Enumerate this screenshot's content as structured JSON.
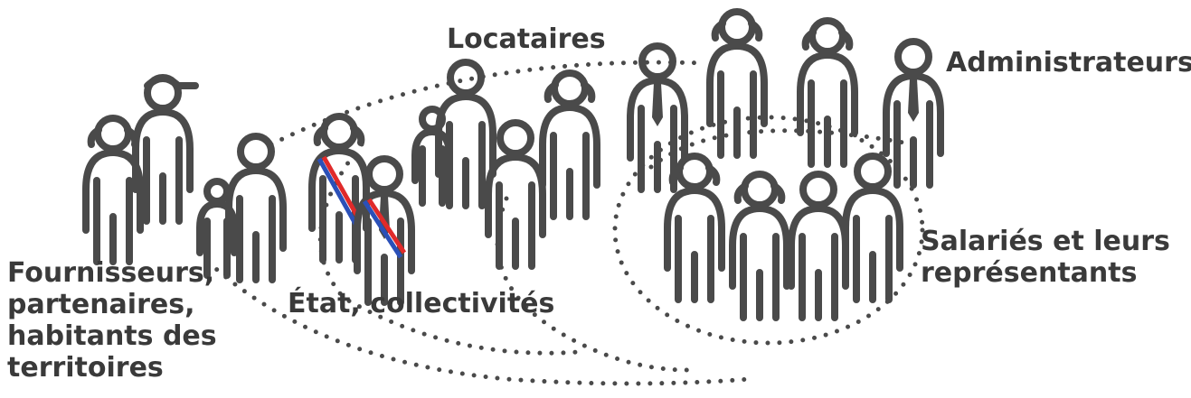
{
  "labels": {
    "locataires": "Locataires",
    "administrateurs": "Administrateurs",
    "salaries": "Salariés et leurs représentants",
    "etat": "État, collectivités",
    "fournisseurs": "Fournisseurs, partenaires, habitants des territoires"
  },
  "colors": {
    "figure": "#4a4a4a",
    "text": "#3a3a3a",
    "shade": "#d9dcde",
    "sash_blue": "#2b50b8",
    "sash_red": "#e02a2a"
  }
}
